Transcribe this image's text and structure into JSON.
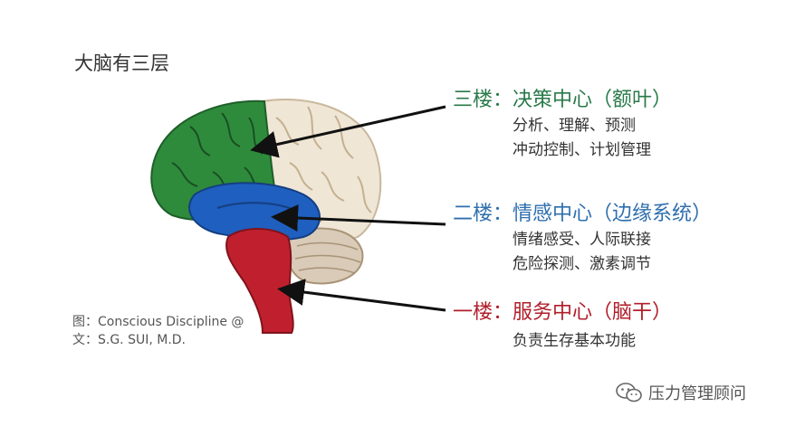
{
  "title": "大脑有三层",
  "floors": [
    {
      "heading": "三楼：决策中心（额叶）",
      "details": [
        "分析、理解、预测",
        "冲动控制、计划管理"
      ],
      "color": "#2a7a4a"
    },
    {
      "heading": "二楼：情感中心（边缘系统）",
      "details": [
        "情绪感受、人际联接",
        "危险探测、激素调节"
      ],
      "color": "#2f6fae"
    },
    {
      "heading": "一楼：服务中心（脑干）",
      "details": [
        "负责生存基本功能"
      ],
      "color": "#b01e2a"
    }
  ],
  "credit": {
    "line1": "图：Conscious Discipline @",
    "line2": "文：S.G. SUI, M.D."
  },
  "watermark": {
    "icon": "wechat-icon",
    "text": "压力管理顾问"
  },
  "colors": {
    "frontal_lobe": "#2e8b3c",
    "limbic": "#1f5fbf",
    "brainstem": "#c0202e",
    "cortex": "#efe6d6",
    "cerebellum": "#d9cbb8"
  }
}
